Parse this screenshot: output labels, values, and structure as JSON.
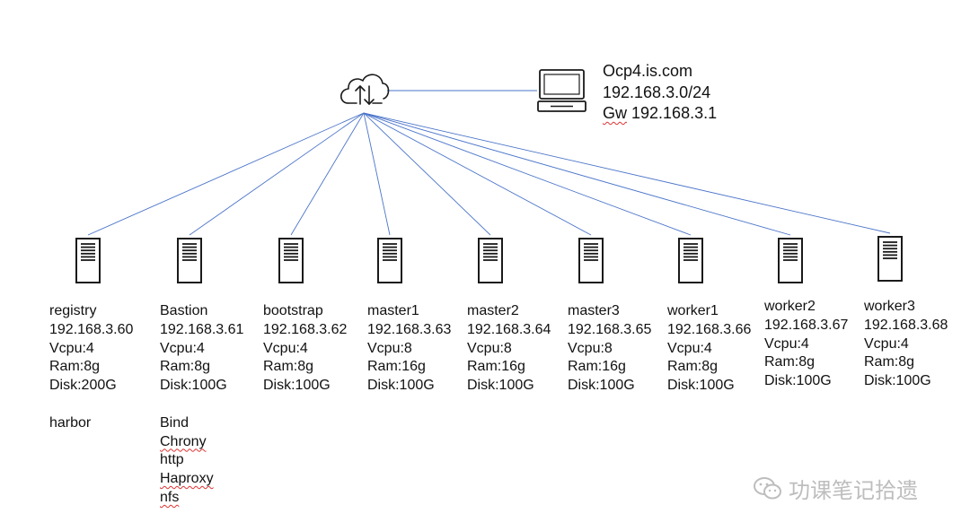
{
  "network": {
    "domain": "Ocp4.is.com",
    "subnet": "192.168.3.0/24",
    "gateway_prefix": "Gw",
    "gateway_ip": "192.168.3.1"
  },
  "nodes": [
    {
      "name": "registry",
      "ip": "192.168.3.60",
      "vcpu": "Vcpu:4",
      "ram": "Ram:8g",
      "disk": "Disk:200G",
      "services": [
        "harbor"
      ]
    },
    {
      "name": "Bastion",
      "ip": "192.168.3.61",
      "vcpu": "Vcpu:4",
      "ram": "Ram:8g",
      "disk": "Disk:100G",
      "services": [
        "Bind",
        "Chrony",
        "http",
        "Haproxy",
        "nfs"
      ]
    },
    {
      "name": "bootstrap",
      "ip": "192.168.3.62",
      "vcpu": "Vcpu:4",
      "ram": "Ram:8g",
      "disk": "Disk:100G",
      "services": []
    },
    {
      "name": "master1",
      "ip": "192.168.3.63",
      "vcpu": "Vcpu:8",
      "ram": "Ram:16g",
      "disk": "Disk:100G",
      "services": []
    },
    {
      "name": "master2",
      "ip": "192.168.3.64",
      "vcpu": "Vcpu:8",
      "ram": "Ram:16g",
      "disk": "Disk:100G",
      "services": []
    },
    {
      "name": "master3",
      "ip": "192.168.3.65",
      "vcpu": "Vcpu:8",
      "ram": "Ram:16g",
      "disk": "Disk:100G",
      "services": []
    },
    {
      "name": "worker1",
      "ip": "192.168.3.66",
      "vcpu": "Vcpu:4",
      "ram": "Ram:8g",
      "disk": "Disk:100G",
      "services": []
    },
    {
      "name": "worker2",
      "ip": "192.168.3.67",
      "vcpu": "Vcpu:4",
      "ram": "Ram:8g",
      "disk": "Disk:100G",
      "services": []
    },
    {
      "name": "worker3",
      "ip": "192.168.3.68",
      "vcpu": "Vcpu:4",
      "ram": "Ram:8g",
      "disk": "Disk:100G",
      "services": []
    }
  ],
  "watermark": {
    "text": "功课笔记拾遗",
    "icon": "wechat-icon"
  },
  "colors": {
    "link": "#4a74c9",
    "icon": "#1a1a1a",
    "watermark": "#bdbdbd"
  }
}
